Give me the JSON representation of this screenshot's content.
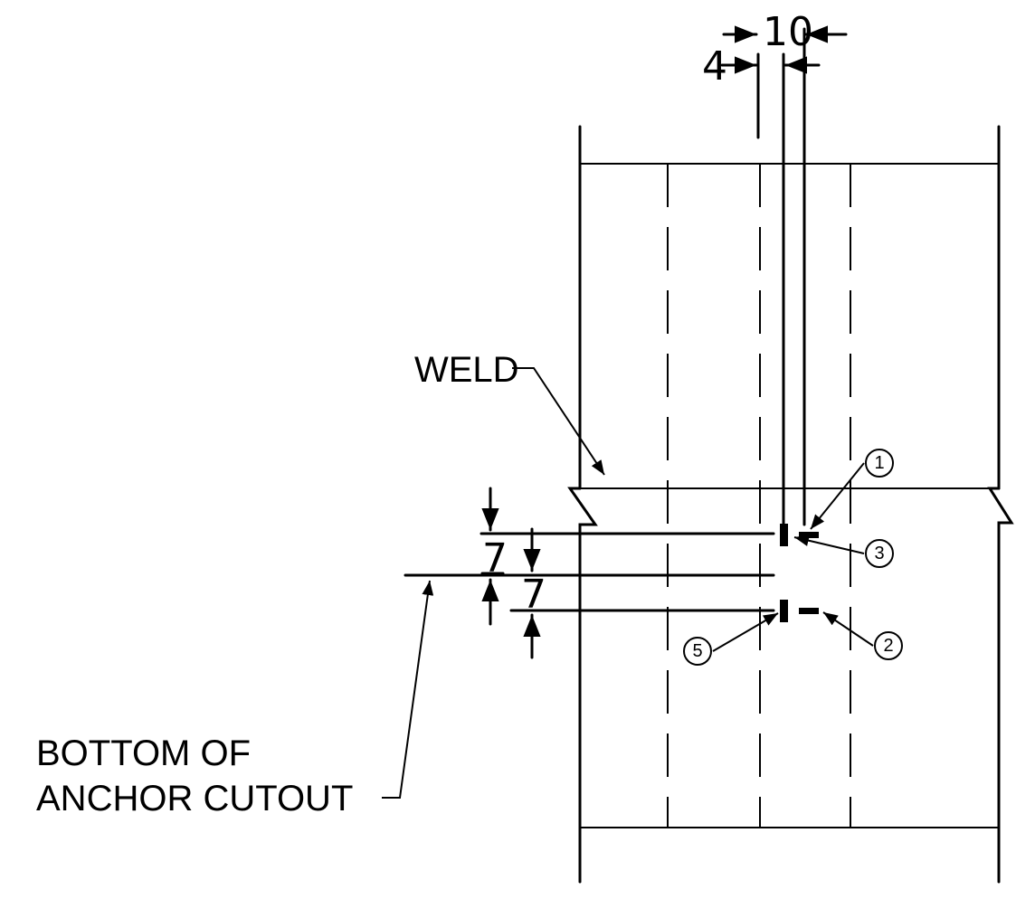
{
  "labels": {
    "weld": "WELD",
    "anchor_line1": "BOTTOM OF",
    "anchor_line2": "ANCHOR CUTOUT"
  },
  "dimensions": {
    "top_width": "10",
    "top_offset": "4",
    "vert_upper": "7",
    "vert_lower": "7"
  },
  "callouts": {
    "c1": "1",
    "c2": "2",
    "c3": "3",
    "c5": "5"
  }
}
